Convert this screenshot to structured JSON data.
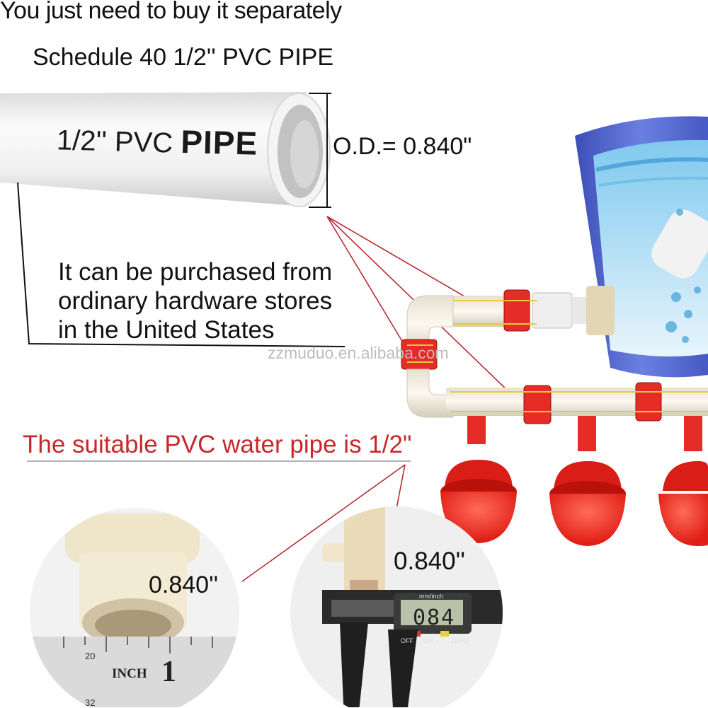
{
  "header": {
    "line1": "You just  need to buy it separately",
    "line2": "Schedule 40  1/2'' PVC PIPE"
  },
  "pipe": {
    "print_size": "1/2'' PVC",
    "print_word": "PIPE",
    "od_label": "O.D.= 0.840\""
  },
  "purchase_note": {
    "line1": "It can be purchased from",
    "line2": "ordinary hardware stores",
    "line3": "in the United States"
  },
  "watermark": "zzmuduo.en.alibaba.com",
  "suitable_note": "The suitable PVC water pipe is 1/2\"",
  "measure": {
    "left_value": "0.840''",
    "right_value": "0.840''",
    "caliper_reading": "084",
    "caliper_unit": "mm/inch",
    "caliper_buttons": [
      "OFF",
      "ON",
      "ZERO"
    ],
    "ruler_unit": "INCH",
    "ruler_number": "1",
    "ruler_ticks": [
      "20",
      "32"
    ]
  },
  "colors": {
    "accent_red": "#c8272b",
    "cup_red": "#ef2b25",
    "bucket_blue": "#4a5fc9",
    "pipe_white": "#ececec"
  }
}
